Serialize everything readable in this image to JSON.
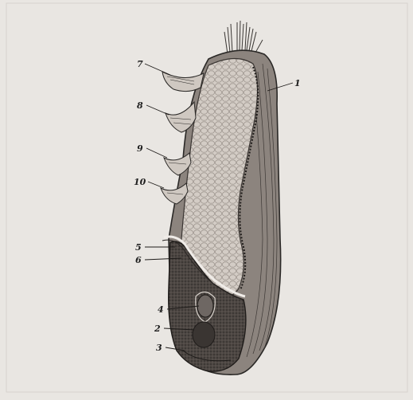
{
  "figure": {
    "labels": [
      {
        "id": "label-1",
        "text": "1"
      },
      {
        "id": "label-2",
        "text": "2"
      },
      {
        "id": "label-3",
        "text": "3"
      },
      {
        "id": "label-4",
        "text": "4"
      },
      {
        "id": "label-5",
        "text": "5"
      },
      {
        "id": "label-6",
        "text": "6"
      },
      {
        "id": "label-7",
        "text": "7"
      },
      {
        "id": "label-8",
        "text": "8"
      },
      {
        "id": "label-9",
        "text": "9"
      },
      {
        "id": "label-10",
        "text": "10"
      }
    ],
    "colors": {
      "paper": "#e9e6e2",
      "ink": "#2a2826",
      "endosperm": "#cfc8c1",
      "embryo": "#4a4440"
    }
  }
}
